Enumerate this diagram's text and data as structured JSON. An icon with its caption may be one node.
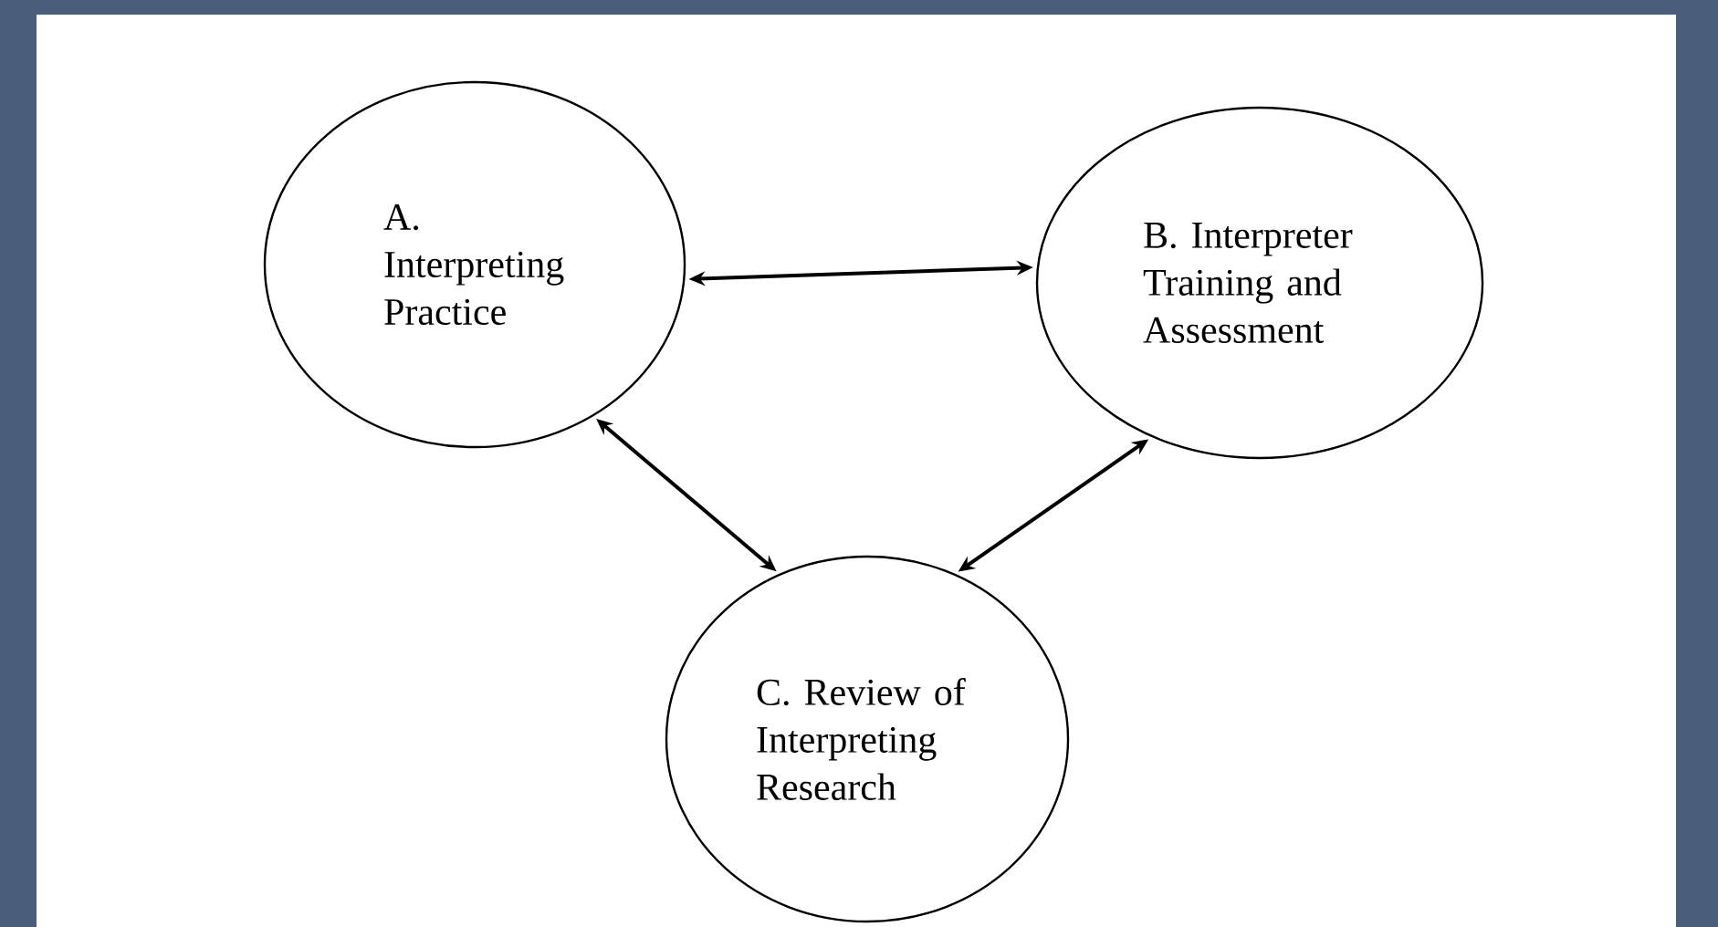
{
  "diagram": {
    "nodes": [
      {
        "text": [
          "A. Interpreting Practice"
        ]
      },
      {
        "text": [
          "B. Interpreter Training and Assessment"
        ]
      },
      {
        "text": [
          "C. Review of Interpreting Research"
        ]
      }
    ],
    "edges": [
      {
        "from": 0,
        "to": 1,
        "arrow": "both"
      },
      {
        "from": 0,
        "to": 2,
        "arrow": "both"
      },
      {
        "from": 1,
        "to": 2,
        "arrow": "both"
      }
    ]
  }
}
